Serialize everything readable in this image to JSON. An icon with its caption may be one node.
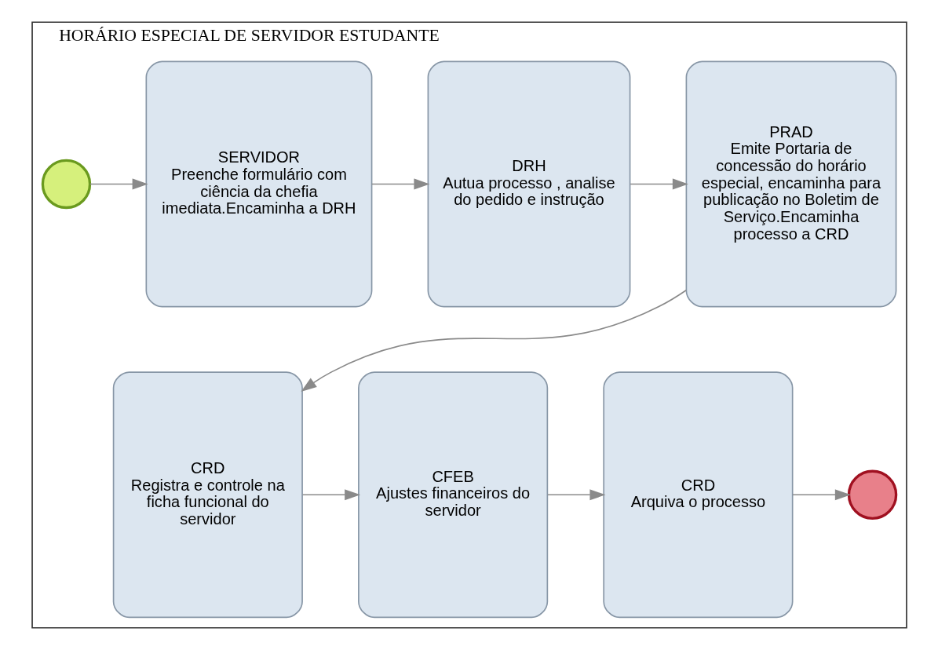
{
  "diagram": {
    "nodes": [
      {
        "text": [
          "HORÁRIO ESPECIAL DE SERVIDOR ESTUDANTE"
        ]
      },
      {
        "text": [],
        "shape": "circle",
        "in": 0
      },
      {
        "text": [
          "SERVIDOR",
          "Preenche formulário com ciência da chefia imediata.Encaminha a DRH"
        ],
        "in": 0
      },
      {
        "text": [
          "DRH",
          "Autua processo , analise do pedido e instrução"
        ],
        "in": 0
      },
      {
        "text": [
          "PRAD",
          "Emite Portaria de concessão do horário especial, encaminha para publicação no Boletim de Serviço.Encaminha processo a CRD"
        ],
        "in": 0
      },
      {
        "text": [
          "CRD",
          "Registra e controle na ficha funcional do servidor"
        ],
        "in": 0
      },
      {
        "text": [
          "CFEB",
          "Ajustes financeiros do servidor"
        ],
        "in": 0
      },
      {
        "text": [
          "CRD",
          "Arquiva o processo"
        ],
        "in": 0
      },
      {
        "text": [],
        "shape": "circle",
        "in": 0
      }
    ],
    "edges": [
      {
        "from": 1,
        "to": 2,
        "arrow": "to"
      },
      {
        "from": 2,
        "to": 3,
        "arrow": "to"
      },
      {
        "from": 3,
        "to": 4,
        "arrow": "to"
      },
      {
        "from": 4,
        "to": 5,
        "arrow": "to"
      },
      {
        "from": 5,
        "to": 6,
        "arrow": "to"
      },
      {
        "from": 6,
        "to": 7,
        "arrow": "to"
      },
      {
        "from": 7,
        "to": 8,
        "arrow": "to"
      }
    ]
  }
}
